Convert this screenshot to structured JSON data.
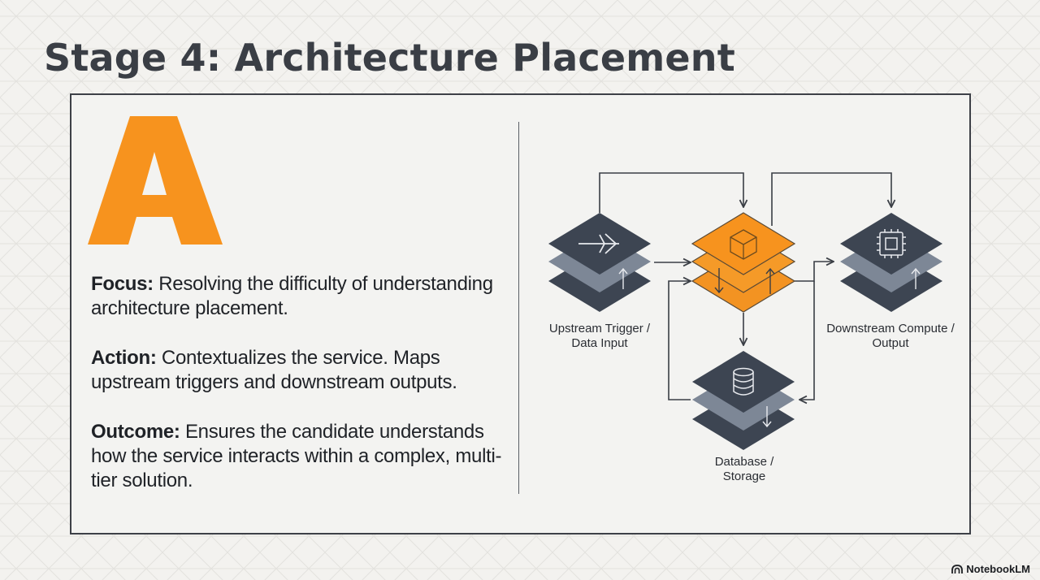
{
  "slide": {
    "title": "Stage 4: Architecture Placement",
    "big_letter": "A",
    "accent_color": "#f7931e",
    "dark_color": "#3d4552",
    "mid_color": "#7d8796"
  },
  "points": [
    {
      "label": "Focus:",
      "text": " Resolving the difficulty of understanding architecture placement."
    },
    {
      "label": "Action:",
      "text": " Contextualizes the service. Maps upstream triggers and downstream outputs."
    },
    {
      "label": "Outcome:",
      "text": " Ensures the candidate understands how the service interacts within a complex, multi-tier solution."
    }
  ],
  "diagram": {
    "nodes": [
      {
        "id": "upstream",
        "line1": "Upstream Trigger /",
        "line2": "Data Input",
        "icon": "arrow-input-icon"
      },
      {
        "id": "service",
        "line1": "",
        "line2": "",
        "icon": "cube-icon"
      },
      {
        "id": "downstream",
        "line1": "Downstream Compute /",
        "line2": "Output",
        "icon": "chip-icon"
      },
      {
        "id": "database",
        "line1": "Database /",
        "line2": "Storage",
        "icon": "database-icon"
      }
    ]
  },
  "footer": {
    "brand": "NotebookLM",
    "icon": "notebooklm-logo-icon"
  }
}
